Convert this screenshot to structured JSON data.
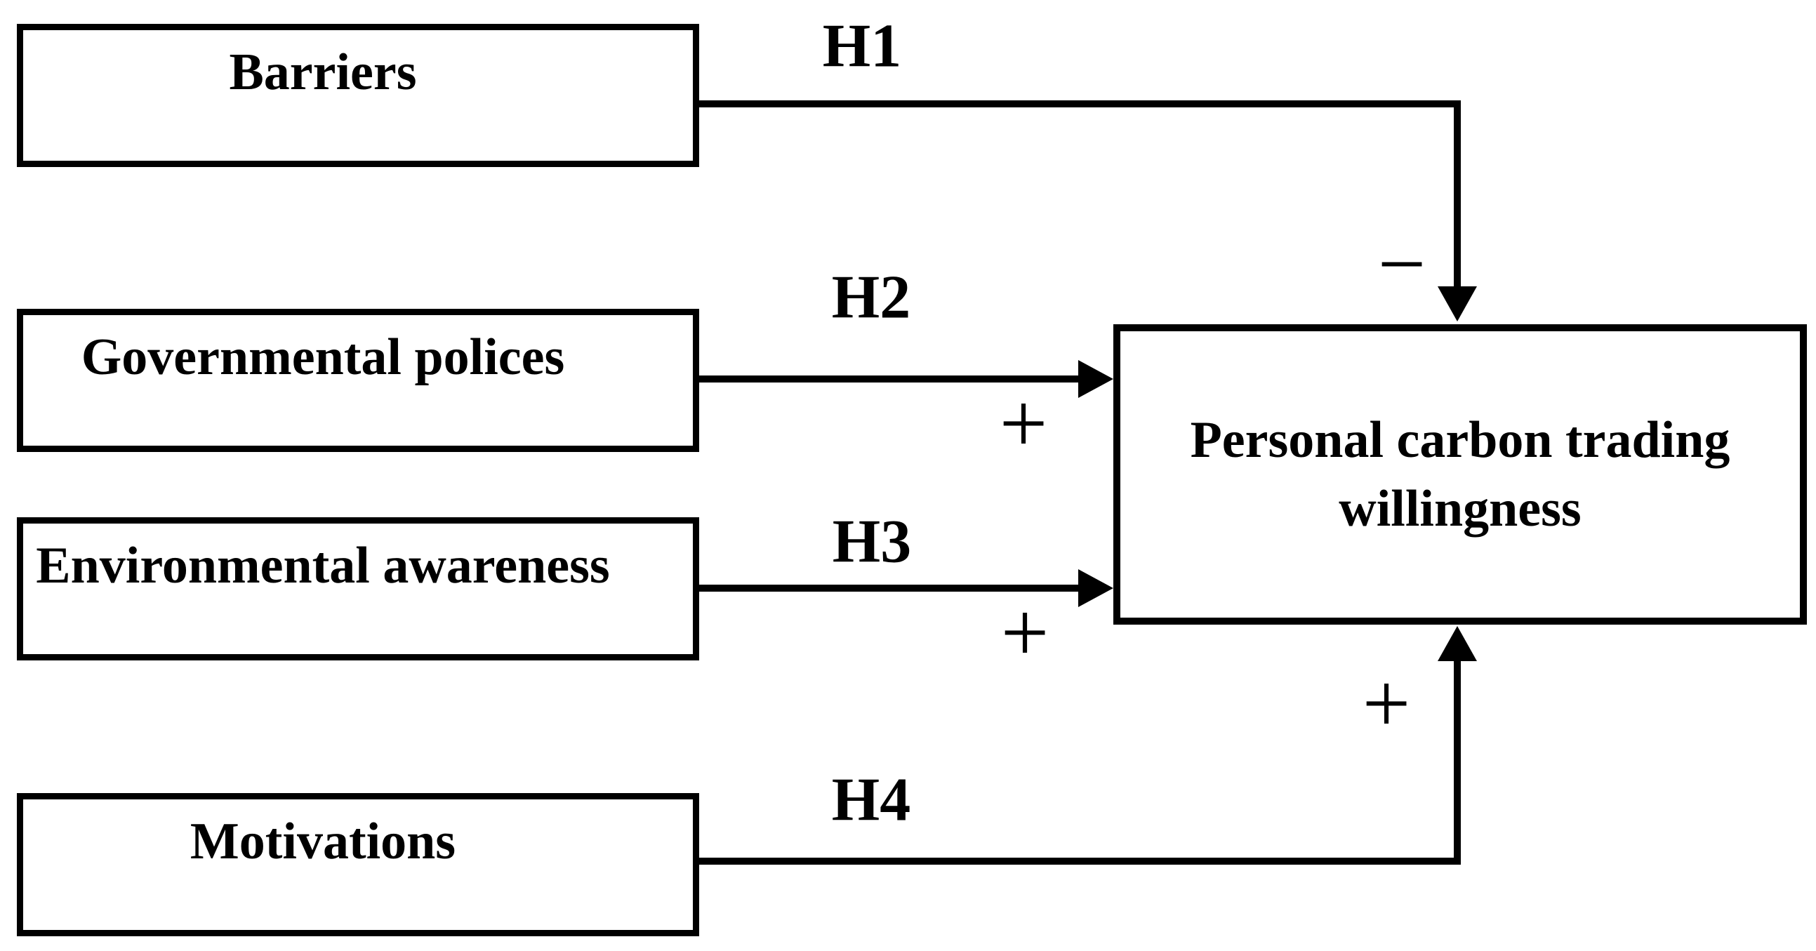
{
  "figure": {
    "background_color": "#ffffff",
    "ink_color": "#000000",
    "predictors": [
      {
        "label": "Barriers"
      },
      {
        "label": "Governmental polices"
      },
      {
        "label": "Environmental awareness"
      },
      {
        "label": "Motivations"
      }
    ],
    "outcome": {
      "line1": "Personal carbon trading",
      "line2": "willingness"
    },
    "paths": [
      {
        "id": "H1",
        "sign": "−",
        "from": "Barriers",
        "to": "Personal carbon trading willingness"
      },
      {
        "id": "H2",
        "sign": "+",
        "from": "Governmental polices",
        "to": "Personal carbon trading willingness"
      },
      {
        "id": "H3",
        "sign": "+",
        "from": "Environmental awareness",
        "to": "Personal carbon trading willingness"
      },
      {
        "id": "H4",
        "sign": "+",
        "from": "Motivations",
        "to": "Personal carbon trading willingness"
      }
    ]
  }
}
